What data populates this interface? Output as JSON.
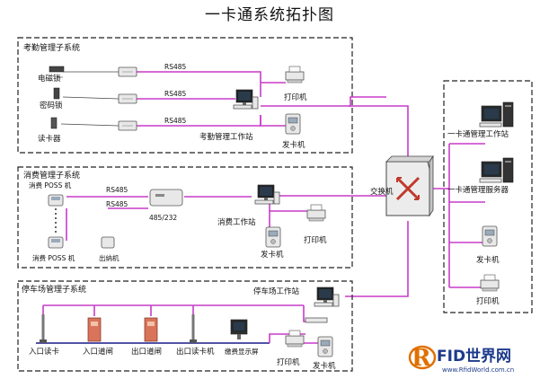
{
  "title": "一卡通系统拓扑图",
  "attendance": {
    "title": "考勤管理子系统",
    "devices": [
      "电磁锁",
      "密码锁",
      "读卡器"
    ],
    "rs485": [
      "RS485",
      "RS485",
      "RS485"
    ],
    "printer": "打印机",
    "workstation": "考勤管理工作站",
    "card_issuer": "发卡机"
  },
  "consumption": {
    "title": "消费管理子系统",
    "pos_top": "消费 POSS 机",
    "pos_bottom": "消费 POSS 机",
    "deposit": "出纳机",
    "rs485": [
      "RS485",
      "RS485"
    ],
    "converter": "485/232",
    "workstation": "消费工作站",
    "card_issuer": "发卡机",
    "printer": "打印机"
  },
  "switch_label": "交换机",
  "central": {
    "mgmt_station": "一卡通管理工作站",
    "mgmt_server": "一卡通管理服务器",
    "card_issuer": "发卡机",
    "printer": "打印机"
  },
  "parking": {
    "title": "停车场管理子系统",
    "workstation": "停车场工作站",
    "entry_reader": "入口读卡",
    "entry_gate": "入口道闸",
    "exit_gate": "出口道闸",
    "exit_reader": "出口读卡机",
    "fee_display": "缴费显示屏",
    "printer": "打印机",
    "card_issuer": "发卡机"
  },
  "watermark": {
    "brand": "FID世界网",
    "url": "www.RfidWorld.com.cn"
  },
  "colors": {
    "rs485_wire": "#c83cc8",
    "parking_bus": "#1a1a8c",
    "watermark_orange": "#e07000",
    "watermark_blue": "#1c3a8c"
  }
}
